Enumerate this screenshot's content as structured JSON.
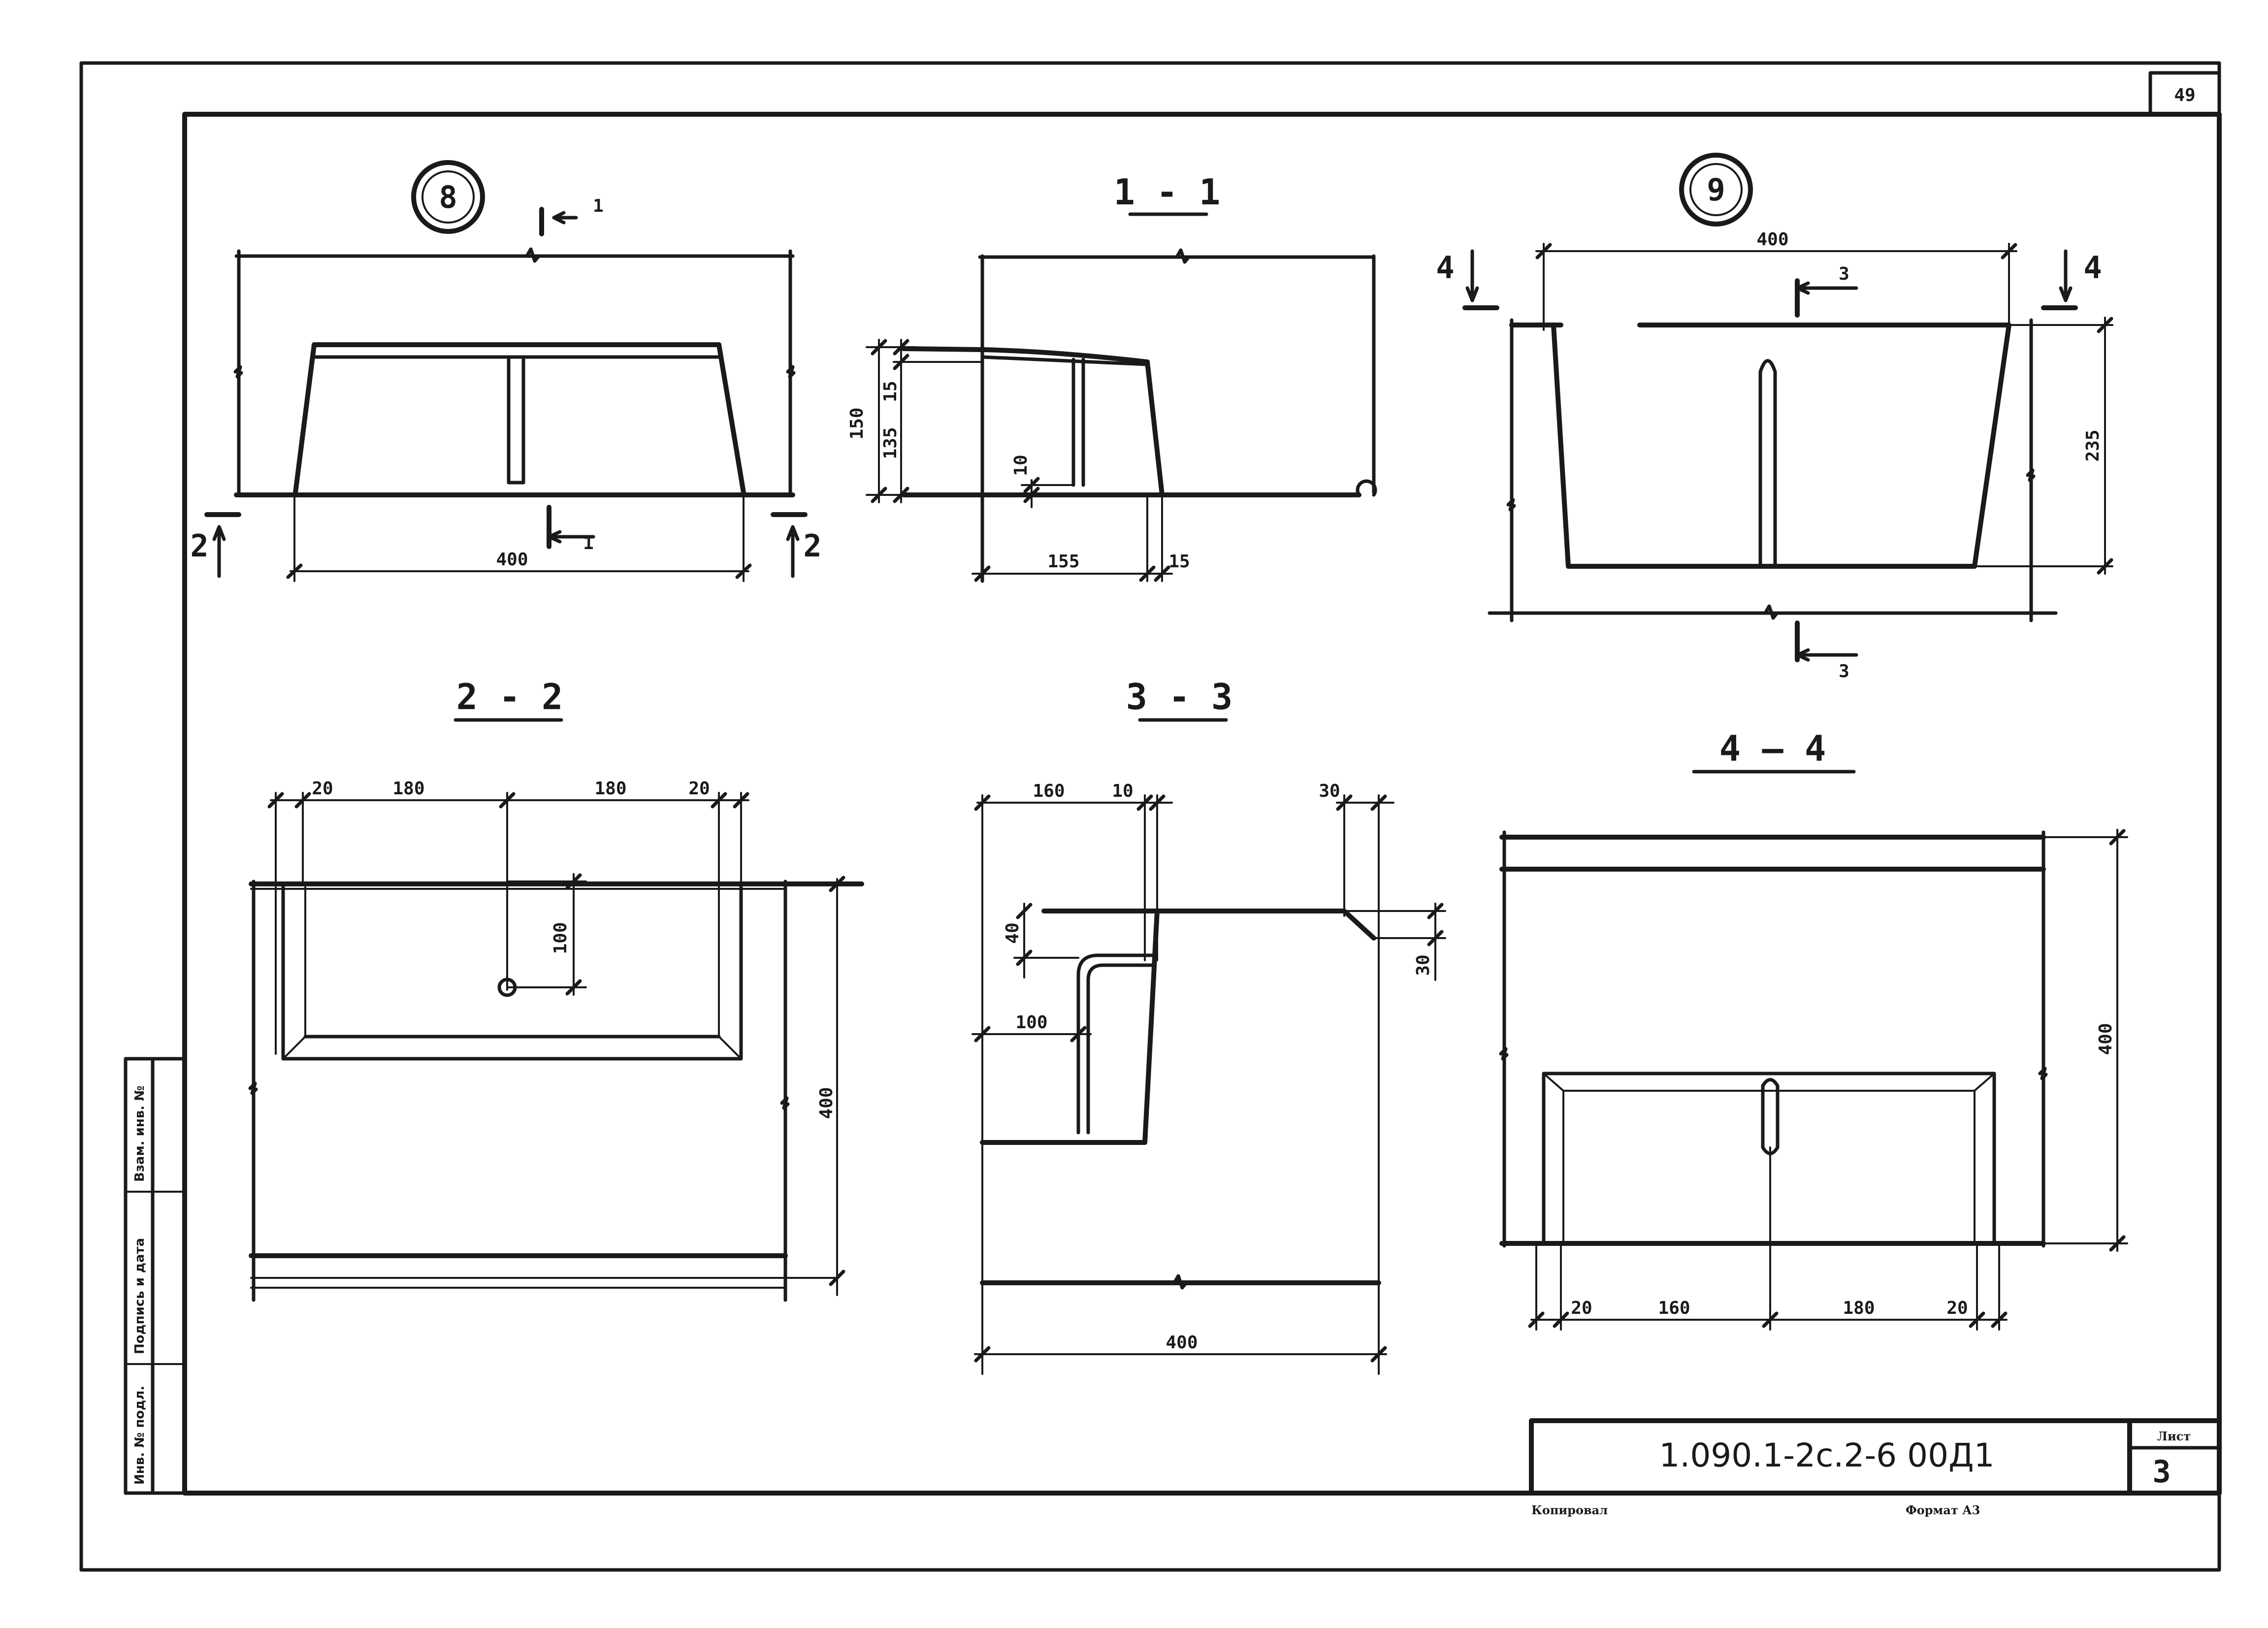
{
  "sheet": {
    "corner_number": "49",
    "code": "1.090.1-2с.2-6 00Д1",
    "sheet_label": "Лист",
    "sheet_number": "3",
    "copied_label": "Копировал",
    "format_label": "Формат А3"
  },
  "side_stamp": {
    "inv_original": "Инв. № подл.",
    "signature_date": "Подпись и дата",
    "replaces_inv": "Взам. инв. №"
  },
  "view8": {
    "marker": "8",
    "cut_label": "1",
    "cut_label_bottom": "1",
    "section_left": "2",
    "section_right": "2",
    "dim_width": "400"
  },
  "section_1_1": {
    "title": "1 - 1",
    "dim_height": "150",
    "dim_top": "15",
    "dim_bottom": "135",
    "dim_rebar": "10",
    "dim_length": "155",
    "dim_edge": "15"
  },
  "view9": {
    "marker": "9",
    "dim_width": "400",
    "dim_height": "235",
    "cut_label": "3",
    "cut_label_bottom": "3",
    "section_left": "4",
    "section_right": "4"
  },
  "section_2_2": {
    "title": "2 - 2",
    "dim_a": "20",
    "dim_b": "180",
    "dim_c": "180",
    "dim_d": "20",
    "dim_hole": "100",
    "dim_height": "400"
  },
  "section_3_3": {
    "title": "3 - 3",
    "dim_a": "160",
    "dim_b": "10",
    "dim_c": "30",
    "dim_d": "40",
    "dim_e": "30",
    "dim_f": "100",
    "dim_width": "400"
  },
  "section_4_4": {
    "title": "4 — 4",
    "dim_height": "400",
    "dim_a": "20",
    "dim_b": "160",
    "dim_c": "180",
    "dim_d": "20"
  }
}
